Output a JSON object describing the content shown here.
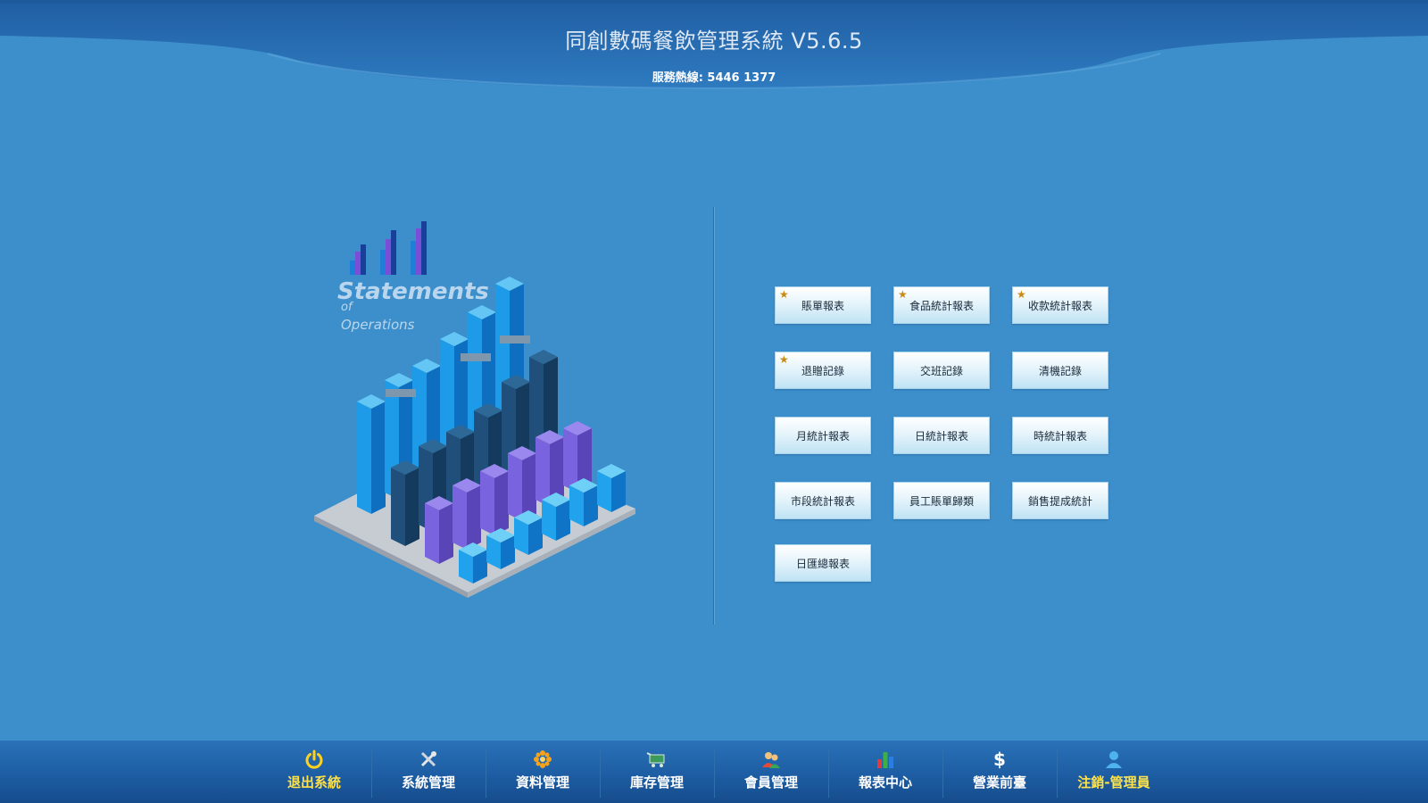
{
  "header": {
    "title": "同創數碼餐飲管理系統 V5.6.5",
    "hotline": "服務熱線: 5446 1377"
  },
  "illustration": {
    "logo_title": "Statements",
    "logo_of": "of",
    "logo_subtitle": "Operations"
  },
  "reports": {
    "buttons": [
      {
        "label": "賬單報表",
        "starred": true
      },
      {
        "label": "食品統計報表",
        "starred": true
      },
      {
        "label": "收款統計報表",
        "starred": true
      },
      {
        "label": "退贈記錄",
        "starred": true
      },
      {
        "label": "交班記錄",
        "starred": false
      },
      {
        "label": "清機記錄",
        "starred": false
      },
      {
        "label": "月統計報表",
        "starred": false
      },
      {
        "label": "日統計報表",
        "starred": false
      },
      {
        "label": "時統計報表",
        "starred": false
      },
      {
        "label": "市段統計報表",
        "starred": false
      },
      {
        "label": "員工賬單歸類",
        "starred": false
      },
      {
        "label": "銷售提成統計",
        "starred": false
      },
      {
        "label": "日匯總報表",
        "starred": false
      }
    ]
  },
  "bottom_nav": {
    "items": [
      {
        "label": "退出系統",
        "icon": "power-icon",
        "highlight": true
      },
      {
        "label": "系統管理",
        "icon": "tools-icon",
        "highlight": false
      },
      {
        "label": "資料管理",
        "icon": "gear-flower-icon",
        "highlight": false
      },
      {
        "label": "庫存管理",
        "icon": "cart-icon",
        "highlight": false
      },
      {
        "label": "會員管理",
        "icon": "members-icon",
        "highlight": false
      },
      {
        "label": "報表中心",
        "icon": "bar-chart-icon",
        "highlight": false
      },
      {
        "label": "營業前臺",
        "icon": "dollar-icon",
        "highlight": false
      },
      {
        "label": "注銷-管理員",
        "icon": "user-icon",
        "highlight": true
      }
    ]
  },
  "colors": {
    "background": "#3d8fcb",
    "nav_highlight": "#ffe24a",
    "star": "#c88a12"
  }
}
